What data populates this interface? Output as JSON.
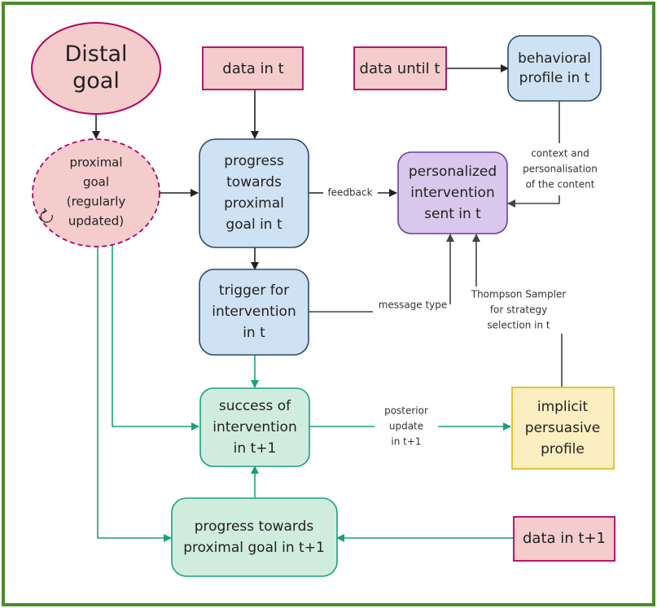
{
  "nodes": {
    "distal_goal": [
      "Distal",
      "goal"
    ],
    "proximal_goal": [
      "proximal",
      "goal",
      "(regularly",
      "updated)"
    ],
    "data_in_t": [
      "data in t"
    ],
    "data_until_t": [
      "data until t"
    ],
    "behavioral_profile": [
      "behavioral",
      "profile in t"
    ],
    "progress_t": [
      "progress",
      "towards",
      "proximal",
      "goal in t"
    ],
    "personalized": [
      "personalized",
      "intervention",
      "sent in t"
    ],
    "trigger": [
      "trigger for",
      "intervention",
      "in t"
    ],
    "success": [
      "success of",
      "intervention",
      "in t+1"
    ],
    "implicit": [
      "implicit",
      "persuasive",
      "profile"
    ],
    "progress_t1": [
      "progress towards",
      "proximal goal in t+1"
    ],
    "data_in_t1": [
      "data in t+1"
    ]
  },
  "edge_labels": {
    "feedback": [
      "feedback"
    ],
    "context": [
      "context and",
      "personalisation",
      "of the content"
    ],
    "message_type": [
      "message type"
    ],
    "thompson": [
      "Thompson Sampler",
      "for strategy",
      "selection in t"
    ],
    "posterior": [
      "posterior",
      "update",
      "in t+1"
    ]
  },
  "colors": {
    "border_green": "#4a8a2a",
    "pink_fill": "#f4cccc",
    "pink_stroke": "#b3005e",
    "blue_fill": "#cfe2f3",
    "blue_stroke": "#2b4a6b",
    "purple_fill": "#d9c8ec",
    "purple_stroke": "#6a3ea1",
    "teal_fill": "#d0ecdf",
    "teal_stroke": "#1aa07a",
    "yellow_fill": "#fbeec0",
    "yellow_stroke": "#e0c020",
    "arrow_black": "#222222",
    "arrow_teal": "#1aa07a",
    "arrow_grey": "#444444"
  }
}
